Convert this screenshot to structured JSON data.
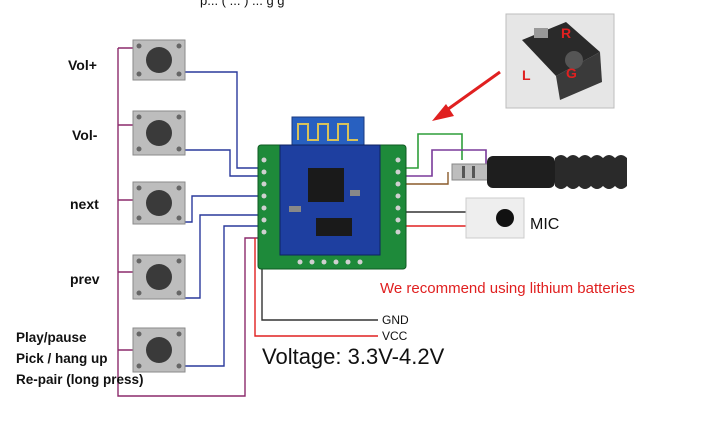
{
  "header_fragment": "p... ( ... ) ... g g",
  "buttons": [
    {
      "label": "Vol+"
    },
    {
      "label": "Vol-"
    },
    {
      "label": "next"
    },
    {
      "label": "prev"
    }
  ],
  "play_button_lines": [
    "Play/pause",
    "Pick / hang up",
    "Re-pair (long press)"
  ],
  "wires": {
    "gnd": "GND",
    "vcc": "VCC"
  },
  "mic_label": "MIC",
  "recommendation": "We recommend using lithium batteries",
  "voltage": "Voltage: 3.3V-4.2V",
  "jack_pins": {
    "r": "R",
    "l": "L",
    "g": "G"
  },
  "colors": {
    "button_wire": "#8b2a6b",
    "signal_wire": "#2a3a9c",
    "gnd_wire": "#333333",
    "vcc_wire": "#e02020",
    "jack_green": "#2e9e3a",
    "jack_purple": "#7a3a9a",
    "arrow": "#e02020",
    "pcb": "#1e8a3a",
    "module": "#1e3fa0"
  }
}
